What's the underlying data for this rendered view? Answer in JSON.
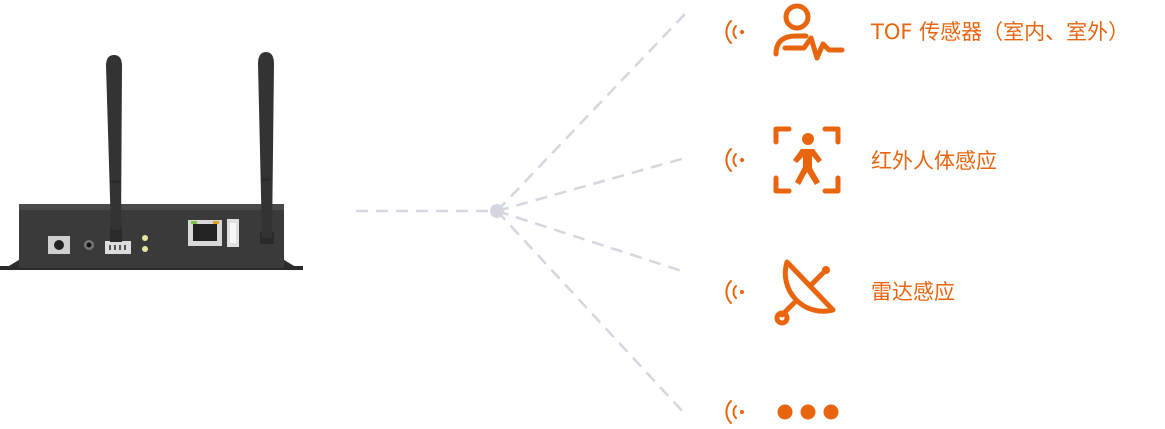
{
  "colors": {
    "accent": "#e8650e",
    "connector": "#d4d6e0",
    "device_body": "#3a3a3a"
  },
  "sensors": [
    {
      "icon": "person-pulse-icon",
      "label": "TOF 传感器（室内、室外）"
    },
    {
      "icon": "person-frame-icon",
      "label": "红外人体感应"
    },
    {
      "icon": "radar-dish-icon",
      "label": "雷达感应"
    },
    {
      "icon": "more-dots-icon",
      "label": ""
    }
  ]
}
